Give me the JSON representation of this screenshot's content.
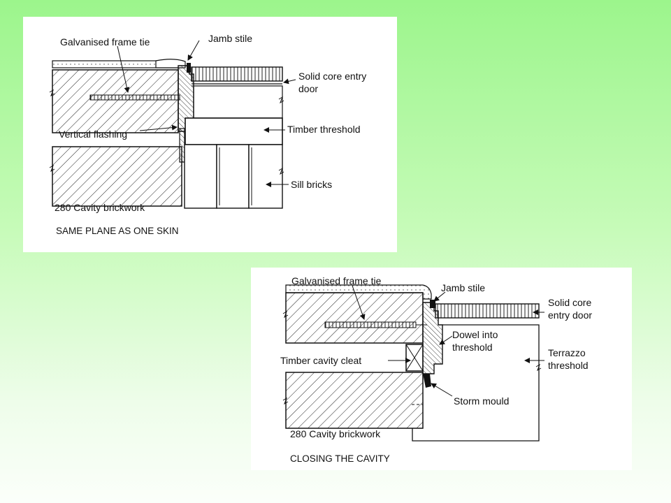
{
  "top_detail": {
    "labels": {
      "galvanised_frame_tie": "Galvanised frame tie",
      "jamb_stile": "Jamb stile",
      "solid_core_entry_door_line1": "Solid core entry",
      "solid_core_entry_door_line2": "door",
      "timber_threshold": "Timber threshold",
      "vertical_flashing": "Vertical flashing",
      "sill_bricks": "Sill bricks",
      "cavity_brickwork": "280 Cavity brickwork"
    },
    "caption": "SAME PLANE AS ONE SKIN"
  },
  "bottom_detail": {
    "labels": {
      "galvanised_frame_tie": "Galvanised frame tie",
      "jamb_stile": "Jamb stile",
      "solid_core_entry_door_line1": "Solid core",
      "solid_core_entry_door_line2": "entry door",
      "dowel_line1": "Dowel into",
      "dowel_line2": "threshold",
      "terrazzo_line1": "Terrazzo",
      "terrazzo_line2": "threshold",
      "timber_cavity_cleat": "Timber cavity cleat",
      "storm_mould": "Storm mould",
      "cavity_brickwork": "280 Cavity brickwork"
    },
    "caption": "CLOSING THE CAVITY"
  },
  "colors": {
    "background_top": "#9cf58c",
    "background_bottom": "#fbfffa",
    "panel": "#ffffff",
    "ink": "#111111"
  }
}
